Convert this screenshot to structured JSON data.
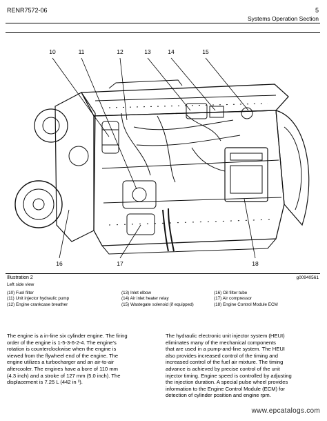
{
  "header": {
    "doc_id": "RENR7572-06",
    "page_number": "5",
    "section": "Systems Operation Section"
  },
  "figure": {
    "callouts": [
      "10",
      "11",
      "12",
      "13",
      "14",
      "15",
      "16",
      "17",
      "18"
    ],
    "illustration_label": "Illustration 2",
    "illustration_id": "g00940561",
    "view_label": "Left side view"
  },
  "legend": {
    "col1": [
      "(10) Fuel filter",
      "(11) Unit injector hydraulic pump",
      "(12) Engine crankcase breather"
    ],
    "col2": [
      "(13) Inlet elbow",
      "(14) Air inlet heater relay",
      "(15) Wastegate solenoid (if equipped)"
    ],
    "col3": [
      "(16) Oil filter tube",
      "(17) Air compressor",
      "(18) Engine Control Module ECM"
    ]
  },
  "body": {
    "left_lines": [
      "The engine is a in-line six cylinder engine. The firing",
      "order of the engine is 1-5-3-6-2-4. The engine's",
      "rotation is counterclockwise when the engine is",
      "viewed from the flywheel end of the engine. The",
      "engine utilizes a turbocharger and an air-to-air",
      "aftercooler. The engines have a bore of 110 mm",
      "(4.3 inch) and a stroke of 127 mm (5.0 inch). The",
      "displacement is 7.25 L (442 in ³)."
    ],
    "right_lines": [
      "The hydraulic electronic unit injector system (HEUI)",
      "eliminates many of the mechanical components",
      "that are used in a pump-and-line system. The HEUI",
      "also provides increased control of the timing and",
      "increased control of the fuel air mixture. The timing",
      "advance is achieved by precise control of the unit",
      "injector timing. Engine speed is controlled by adjusting",
      "the injection duration. A special pulse wheel provides",
      "information to the Engine Control Module (ECM) for",
      "detection of cylinder position and engine rpm."
    ]
  },
  "watermark": "www.epcatalogs.com"
}
